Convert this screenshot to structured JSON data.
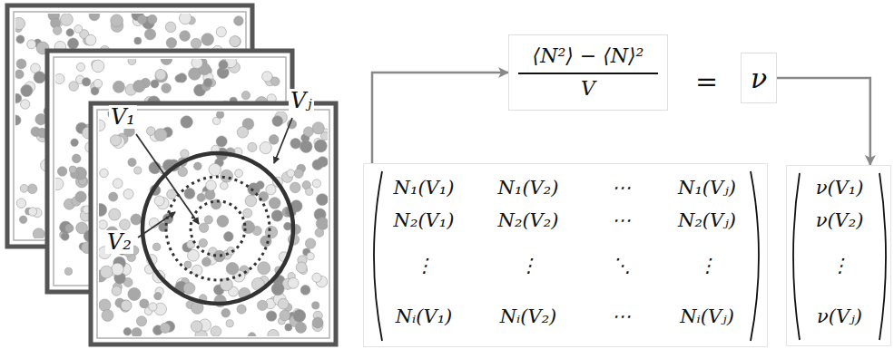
{
  "diagram": {
    "nodes": [
      {
        "text": [
          "⟨N²⟩ − ⟨N⟩²",
          "V"
        ]
      },
      {
        "text": [
          "ν"
        ]
      },
      {
        "text": [
          "N₁(V₁)",
          "N₁(V₂)",
          "⋯",
          "N₁(Vⱼ)",
          "N₂(V₁)",
          "N₂(V₂)",
          "⋯",
          "N₂(Vⱼ)",
          "⋮",
          "⋮",
          "⋱",
          "⋮",
          "Nᵢ(V₁)",
          "Nᵢ(V₂)",
          "⋯",
          "Nᵢ(Vⱼ)"
        ]
      },
      {
        "text": [
          "ν(V₁)",
          "ν(V₂)",
          "⋮",
          "ν(Vⱼ)"
        ]
      }
    ],
    "edges": [
      {
        "from": 2,
        "to": 0,
        "arrow": "to"
      },
      {
        "from": 1,
        "to": 3,
        "arrow": "to"
      }
    ],
    "labels": [
      "=",
      "V₁",
      "V₂",
      "Vⱼ"
    ]
  }
}
